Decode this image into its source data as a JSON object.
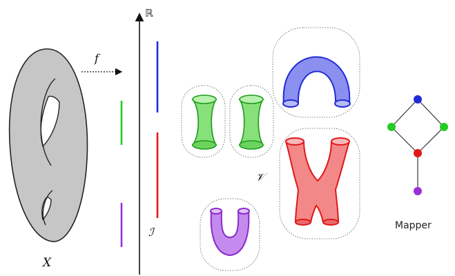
{
  "labels": {
    "space": "X",
    "map": "f",
    "reals": "ℝ",
    "intervals": "ℐ",
    "cover": "𝒱",
    "graph": "Mapper"
  },
  "colors": {
    "blue": "#1f2bd6",
    "green": "#22cc22",
    "red": "#e01818",
    "purple": "#9b30d8",
    "surface": "#c6c6c6",
    "outline": "#222222"
  },
  "graph": {
    "nodes": [
      {
        "id": "top",
        "color": "blue"
      },
      {
        "id": "left",
        "color": "green"
      },
      {
        "id": "right",
        "color": "green"
      },
      {
        "id": "middle",
        "color": "red"
      },
      {
        "id": "bottom",
        "color": "purple"
      }
    ],
    "edges": [
      [
        "top",
        "left"
      ],
      [
        "top",
        "right"
      ],
      [
        "left",
        "middle"
      ],
      [
        "right",
        "middle"
      ],
      [
        "middle",
        "bottom"
      ]
    ]
  }
}
